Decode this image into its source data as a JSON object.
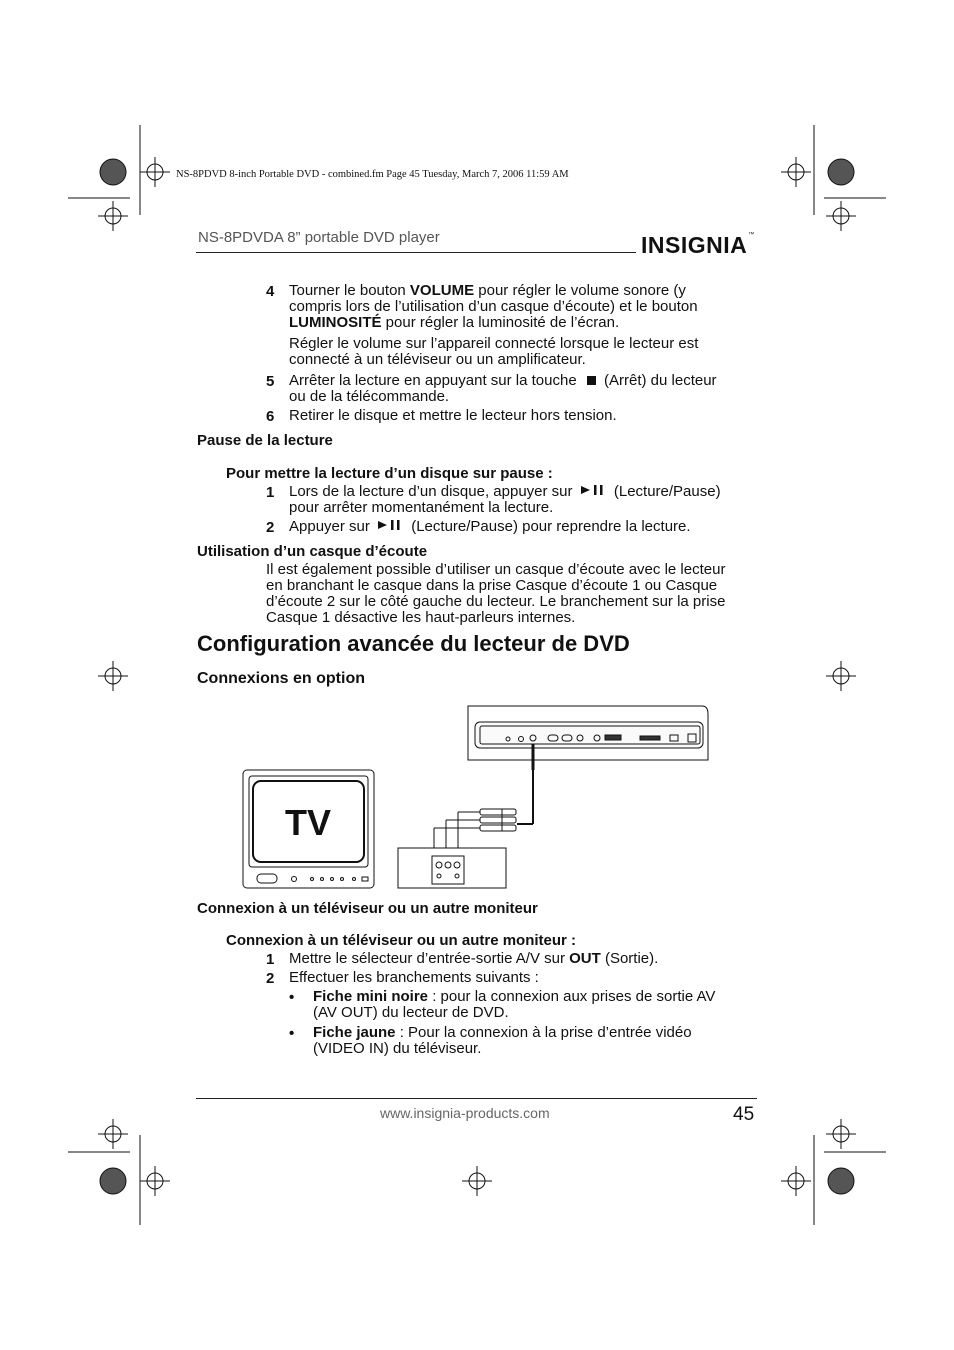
{
  "framemaker_line": "NS-8PDVD 8-inch Portable DVD - combined.fm  Page 45  Tuesday, March 7, 2006  11:59 AM",
  "header": {
    "product": "NS-8PDVDA 8” portable DVD player",
    "brand": "INSIGNIA",
    "tm": "™"
  },
  "step4": {
    "num": "4",
    "p1_a": "Tourner le bouton ",
    "p1_volume": "VOLUME",
    "p1_b": " pour régler le volume sonore (y",
    "p1_line2": "compris lors de l’utilisation d’un casque d’écoute) et le bouton",
    "p1_lum": "LUMINOSITÉ",
    "p1_c": " pour régler la luminosité de l’écran.",
    "p2_line1": "Régler le volume sur l’appareil connecté lorsque le lecteur est",
    "p2_line2": "connecté à un téléviseur ou un amplificateur."
  },
  "step5": {
    "num": "5",
    "a": "Arrêter la lecture en appuyant sur la touche",
    "b": "(Arrêt) du lecteur",
    "line2": "ou de la télécommande."
  },
  "step6": {
    "num": "6",
    "text": "Retirer le disque et mettre le lecteur hors tension."
  },
  "pause": {
    "heading": "Pause de la lecture",
    "subheading": "Pour mettre la lecture d’un disque sur pause :",
    "s1_num": "1",
    "s1_a": "Lors de la lecture d’un disque, appuyer sur",
    "s1_b": "(Lecture/Pause)",
    "s1_line2": "pour arrêter momentanément la lecture.",
    "s2_num": "2",
    "s2_a": "Appuyer sur",
    "s2_b": "(Lecture/Pause) pour reprendre la lecture."
  },
  "headphones": {
    "heading": "Utilisation d’un casque d’écoute",
    "lines": [
      "Il est également possible d’utiliser un casque d’écoute avec le lecteur",
      "en branchant le casque dans la prise Casque d’écoute 1 ou Casque",
      "d’écoute 2 sur le côté gauche du lecteur. Le branchement sur la prise",
      "Casque 1 désactive les haut-parleurs internes."
    ]
  },
  "section_title": "Configuration avancée du lecteur de DVD",
  "subsection_title": "Connexions en option",
  "diagram": {
    "tv_label": "TV"
  },
  "connection": {
    "caption": "Connexion à un téléviseur ou un autre moniteur",
    "subheading": "Connexion à un téléviseur ou un autre moniteur :",
    "s1_num": "1",
    "s1_a": "Mettre le sélecteur d’entrée-sortie A/V sur ",
    "s1_out": "OUT",
    "s1_b": " (Sortie).",
    "s2_num": "2",
    "s2_text": "Effectuer les branchements suivants :",
    "b1_bold": "Fiche mini noire",
    "b1_rest": " : pour la connexion aux prises de sortie AV",
    "b1_line2": "(AV OUT) du lecteur de DVD.",
    "b2_bold": "Fiche jaune",
    "b2_rest": " : Pour la connexion à la prise d’entrée vidéo",
    "b2_line2": "(VIDEO IN) du téléviseur.",
    "bullet": "•"
  },
  "footer": {
    "url": "www.insignia-products.com",
    "page": "45"
  }
}
